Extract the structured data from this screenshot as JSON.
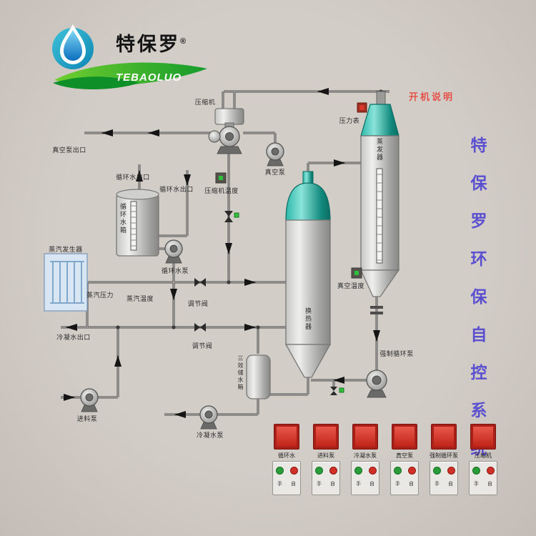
{
  "logo": {
    "brand_cn": "特保罗",
    "reg_mark": "®",
    "brand_en": "TEBAOLUO"
  },
  "side_title": {
    "text": "特保罗环保自控系统",
    "chars": [
      "特",
      "保",
      "罗",
      "环",
      "保",
      "自",
      "控",
      "系",
      "统"
    ],
    "color": "#5a4fcf"
  },
  "note": {
    "startup": "开机说明"
  },
  "equipment": {
    "evaporator": "蒸发器",
    "heat_exchanger": "换热器",
    "circulation_tank": "循环水箱",
    "steam_generator": "蒸汽发生器",
    "compressor": "压缩机",
    "effect_water_tank": "三效储水箱"
  },
  "labels": {
    "vacuum_pump_outlet": "真空泵出口",
    "circ_water_outlet_a": "循环水出口",
    "circ_water_outlet_b": "循环水出口",
    "compressor_temp": "压缩机温度",
    "vacuum_pump": "真空泵",
    "pressure_gauge": "压力表",
    "circulating_pump": "循环水泵",
    "steam_pressure": "蒸汽压力",
    "steam_temperature": "蒸汽温度",
    "regulating_valve_a": "调节阀",
    "regulating_valve_b": "调节阀",
    "condensate_outlet": "冷凝水出口",
    "vacuum_temperature": "真空温度",
    "feed_pump": "进料泵",
    "condensate_pump": "冷凝水泵",
    "forced_circulation_pump": "强制循环泵"
  },
  "panels": {
    "manual": "手",
    "auto": "自",
    "items": [
      {
        "label": "循环水"
      },
      {
        "label": "进料泵"
      },
      {
        "label": "冷凝水泵"
      },
      {
        "label": "真空泵"
      },
      {
        "label": "强制循环泵"
      },
      {
        "label": "压缩机"
      }
    ]
  },
  "colors": {
    "background": "#cdc6c1",
    "teal_vessel": "#1ba99a",
    "purple_title": "#5a4fcf",
    "note_red": "#e5524a",
    "panel_red": "#c02418",
    "button_green": "#2a9d3a",
    "button_red": "#d03028",
    "pipe": "#4d4d4d"
  }
}
